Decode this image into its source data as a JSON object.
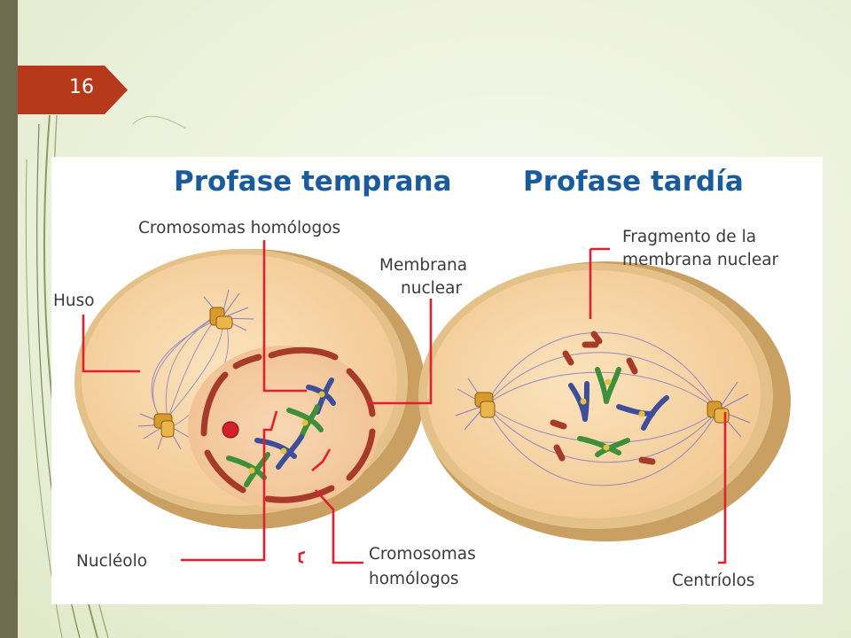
{
  "slide": {
    "page_number": "16"
  },
  "diagram": {
    "panels": [
      {
        "title": "Profase temprana"
      },
      {
        "title": "Profase tardía"
      }
    ],
    "labels": {
      "cromosomas_top": "Cromosomas homólogos",
      "huso": "Huso",
      "membrana_l1": "Membrana",
      "membrana_l2": "nuclear",
      "nucleolo": "Nucléolo",
      "cromosomas_bottom_l1": "Cromosomas",
      "cromosomas_bottom_l2": "homólogos",
      "fragmento_l1": "Fragmento de la",
      "fragmento_l2": "membrana nuclear",
      "centriolos": "Centríolos"
    }
  },
  "colors": {
    "slide_accent": "#b5391a",
    "title": "#1a5b9c",
    "leader_lines": "#e0202f",
    "cell_fill": "#f7d7a6",
    "nuclear_membrane": "#a63b2a",
    "chromosome_blue": "#3d4f9a",
    "chromosome_green": "#3f8f3a"
  }
}
